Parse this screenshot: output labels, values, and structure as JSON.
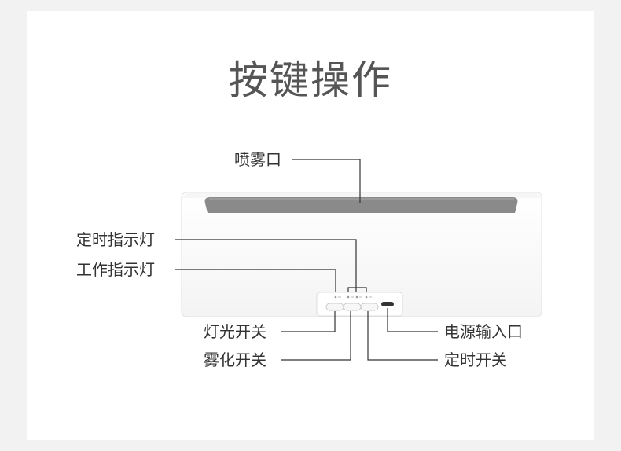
{
  "title": "按键操作",
  "callouts": {
    "spray_outlet": "喷雾口",
    "timer_indicator": "定时指示灯",
    "work_indicator": "工作指示灯",
    "light_switch": "灯光开关",
    "mist_switch": "雾化开关",
    "power_port": "电源输入口",
    "timer_switch": "定时开关"
  },
  "colors": {
    "background": "#f2f2f2",
    "card": "#ffffff",
    "device_body": "#ffffff",
    "device_top": "#8a8a8a",
    "leader_line": "#333333",
    "title": "#555555"
  }
}
